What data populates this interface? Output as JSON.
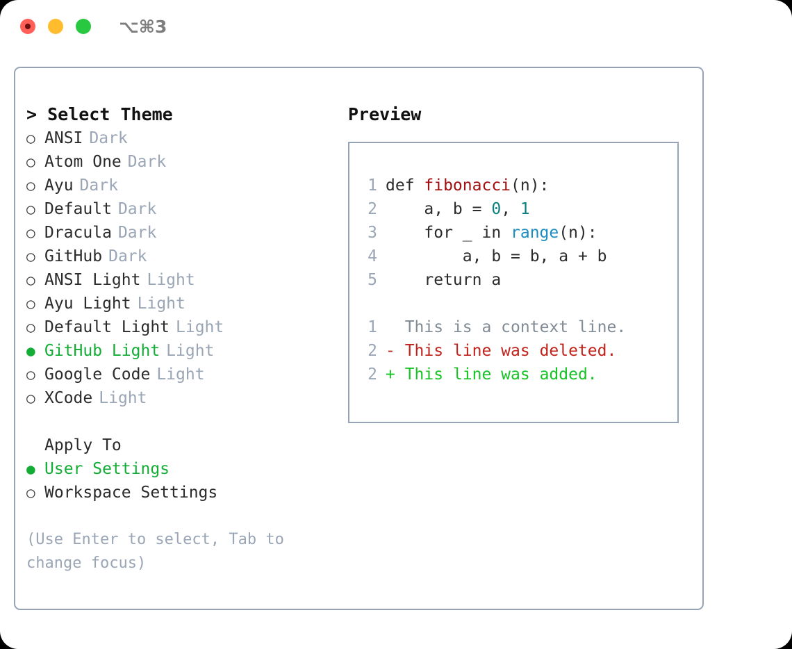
{
  "titlebar": {
    "shortcut": "⌥⌘3",
    "lights": [
      {
        "name": "close",
        "color": "#ff5f57"
      },
      {
        "name": "minimize",
        "color": "#febc2e"
      },
      {
        "name": "maximize",
        "color": "#28c840"
      }
    ]
  },
  "left": {
    "title": "> Select Theme",
    "marker_unselected": "○",
    "marker_selected": "●",
    "themes": [
      {
        "label": "ANSI",
        "category": "Dark",
        "selected": false
      },
      {
        "label": "Atom One",
        "category": "Dark",
        "selected": false
      },
      {
        "label": "Ayu",
        "category": "Dark",
        "selected": false
      },
      {
        "label": "Default",
        "category": "Dark",
        "selected": false
      },
      {
        "label": "Dracula",
        "category": "Dark",
        "selected": false
      },
      {
        "label": "GitHub",
        "category": "Dark",
        "selected": false
      },
      {
        "label": "ANSI Light",
        "category": "Light",
        "selected": false
      },
      {
        "label": "Ayu Light",
        "category": "Light",
        "selected": false
      },
      {
        "label": "Default Light",
        "category": "Light",
        "selected": false
      },
      {
        "label": "GitHub Light",
        "category": "Light",
        "selected": true
      },
      {
        "label": "Google Code",
        "category": "Light",
        "selected": false
      },
      {
        "label": "XCode",
        "category": "Light",
        "selected": false
      }
    ],
    "apply_to_heading": "Apply To",
    "apply_to": [
      {
        "label": "User Settings",
        "selected": true
      },
      {
        "label": "Workspace Settings",
        "selected": false
      }
    ],
    "hint": "(Use Enter to select, Tab to change focus)"
  },
  "right": {
    "title": "Preview",
    "code": [
      {
        "num": "1",
        "pre": "def ",
        "token": "fibonacci",
        "token_kind": "fn",
        "post": "(n):"
      },
      {
        "num": "2",
        "pre": "    a, b = ",
        "token": "0",
        "token_kind": "num",
        "post": ", ",
        "token2": "1",
        "token2_kind": "num"
      },
      {
        "num": "3",
        "pre": "    for _ in ",
        "token": "range",
        "token_kind": "call",
        "post": "(n):"
      },
      {
        "num": "4",
        "pre": "        a, b = b, a + b",
        "token": "",
        "token_kind": "",
        "post": ""
      },
      {
        "num": "5",
        "pre": "    return a",
        "token": "",
        "token_kind": "",
        "post": ""
      }
    ],
    "diff": [
      {
        "num": "1",
        "sign": "  ",
        "text": "This is a context line.",
        "kind": "ctx"
      },
      {
        "num": "2",
        "sign": "- ",
        "text": "This line was deleted.",
        "kind": "del"
      },
      {
        "num": "2",
        "sign": "+ ",
        "text": "This line was added.",
        "kind": "add"
      }
    ]
  },
  "colors": {
    "selected_green": "#13ad36",
    "muted": "#9aa5b5",
    "border": "#97a3b6",
    "diff_add": "#17c225",
    "diff_del": "#c0231c",
    "token_fn": "#a01010",
    "token_num": "#0c8080",
    "token_call": "#1a8cc0"
  }
}
